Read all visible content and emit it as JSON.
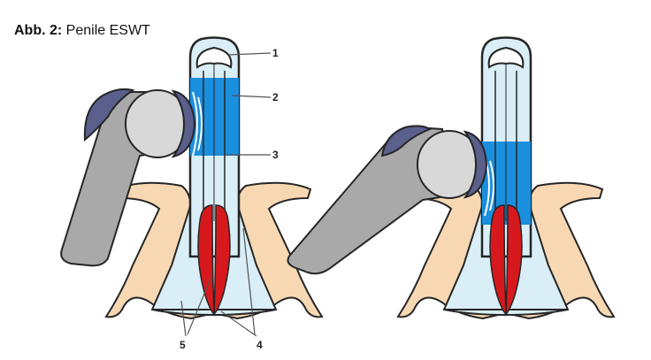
{
  "caption": {
    "lead": "Abb. 2:",
    "text": "Penile ESWT"
  },
  "colors": {
    "bone": "#f8d8b3",
    "bone_outline": "#262626",
    "tissue": "#d9eef7",
    "treatment_zone": "#1a8fde",
    "corpus_cavernosum": "#d7191e",
    "applicator_body": "#a9a9a9",
    "applicator_cap": "#5a5f8c",
    "applicator_head": "#d8d8d8"
  },
  "labels": {
    "l1": "1",
    "l2": "2",
    "l3": "3",
    "l4": "4",
    "l5": "5"
  }
}
